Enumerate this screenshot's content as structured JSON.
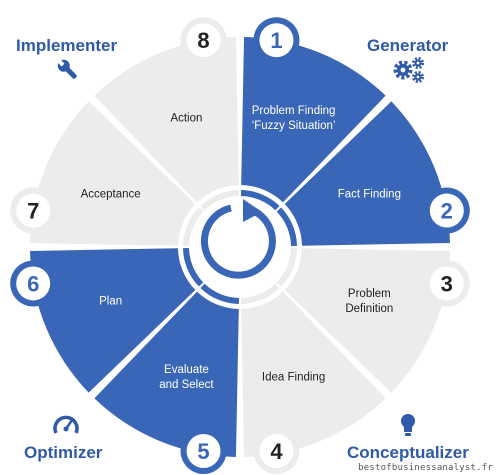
{
  "colors": {
    "blue": "#3a66b7",
    "grey": "#ececec",
    "dark_text": "#222222",
    "white": "#ffffff",
    "label_blue": "#2e5aa8"
  },
  "quadrants": {
    "implementer": "Implementer",
    "generator": "Generator",
    "optimizer": "Optimizer",
    "conceptualizer": "Conceptualizer"
  },
  "steps": [
    {
      "number": "1",
      "label_lines": [
        "Problem Finding",
        "‘Fuzzy Situation’"
      ],
      "fill": "blue"
    },
    {
      "number": "2",
      "label_lines": [
        "Fact Finding"
      ],
      "fill": "blue"
    },
    {
      "number": "3",
      "label_lines": [
        "Problem",
        "Definition"
      ],
      "fill": "grey"
    },
    {
      "number": "4",
      "label_lines": [
        "Idea Finding"
      ],
      "fill": "grey"
    },
    {
      "number": "5",
      "label_lines": [
        "Evaluate",
        "and Select"
      ],
      "fill": "blue"
    },
    {
      "number": "6",
      "label_lines": [
        "Plan"
      ],
      "fill": "blue"
    },
    {
      "number": "7",
      "label_lines": [
        "Acceptance"
      ],
      "fill": "grey"
    },
    {
      "number": "8",
      "label_lines": [
        "Action"
      ],
      "fill": "grey"
    }
  ],
  "icons": {
    "implementer": "wrench-icon",
    "generator": "gears-icon",
    "optimizer": "speedometer-icon",
    "conceptualizer": "lightbulb-icon",
    "center": "cycle-arrow-icon"
  },
  "watermark": "bestofbusinessanalyst.fr"
}
